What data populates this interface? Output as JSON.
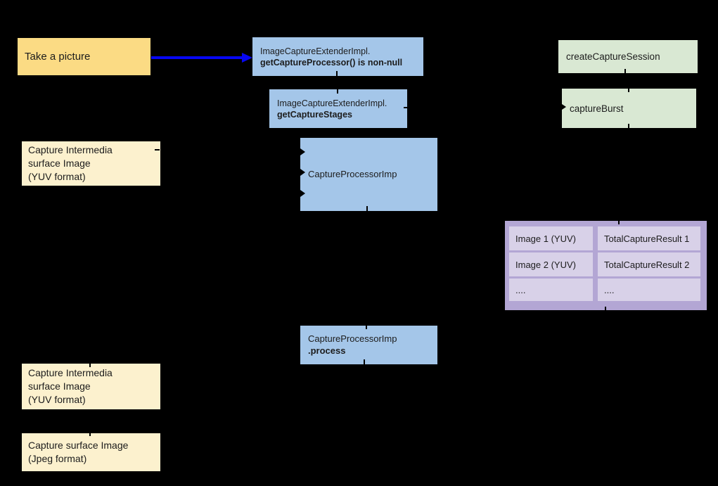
{
  "diagram": {
    "take_a_picture": {
      "label": "Take a picture"
    },
    "get_capture_processor": {
      "line1": "ImageCaptureExtenderImpl.",
      "line2": "getCaptureProcessor() is non-null"
    },
    "get_capture_stages": {
      "line1": "ImageCaptureExtenderImpl.",
      "line2": "getCaptureStages"
    },
    "create_capture_session": {
      "label": "createCaptureSession"
    },
    "capture_burst": {
      "label": "captureBurst"
    },
    "capture_intermedia_top": {
      "line1": "Capture Intermedia",
      "line2": "surface Image",
      "line3": "(YUV format)"
    },
    "capture_processor_imp": {
      "label": "CaptureProcessorImp"
    },
    "capture_processor_process": {
      "line1": "CaptureProcessorImp",
      "line2": ".process"
    },
    "capture_intermedia_bottom": {
      "line1": "Capture Intermedia",
      "line2": "surface Image",
      "line3": "(YUV format)"
    },
    "capture_surface_jpeg": {
      "line1": "Capture surface Image",
      "line2": "(Jpeg format)"
    },
    "result_table": {
      "rows": [
        {
          "image": "Image 1 (YUV)",
          "result": "TotalCaptureResult 1"
        },
        {
          "image": "Image 2 (YUV)",
          "result": "TotalCaptureResult 2"
        },
        {
          "image": "....",
          "result": "...."
        }
      ]
    }
  },
  "colors": {
    "background": "#000000",
    "note_gold": "#FBDB84",
    "note_cream": "#FCF1CE",
    "process_blue": "#A4C6E9",
    "api_green": "#D9E8D3",
    "table_purple_outer": "#B3A6D4",
    "table_purple_cell": "#D8D1E8",
    "arrow_blue": "#0707F2",
    "text": "#1C1C1C"
  }
}
